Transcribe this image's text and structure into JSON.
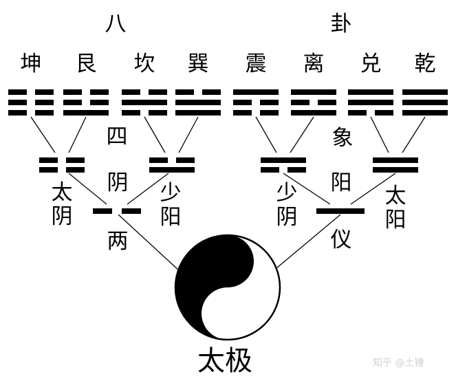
{
  "title_left": "八",
  "title_right": "卦",
  "trigrams": [
    {
      "name": "坤",
      "lines": [
        0,
        0,
        0
      ]
    },
    {
      "name": "艮",
      "lines": [
        1,
        0,
        0
      ]
    },
    {
      "name": "坎",
      "lines": [
        0,
        1,
        0
      ]
    },
    {
      "name": "巽",
      "lines": [
        1,
        1,
        0
      ]
    },
    {
      "name": "震",
      "lines": [
        0,
        0,
        1
      ]
    },
    {
      "name": "离",
      "lines": [
        1,
        0,
        1
      ]
    },
    {
      "name": "兑",
      "lines": [
        0,
        1,
        1
      ]
    },
    {
      "name": "乾",
      "lines": [
        1,
        1,
        1
      ]
    }
  ],
  "four_images_label_left": "四",
  "four_images_label_right": "象",
  "four_images": [
    {
      "name_line1": "太",
      "name_line2": "阴",
      "lines": [
        0,
        0
      ]
    },
    {
      "name_line1": "少",
      "name_line2": "阳",
      "lines": [
        1,
        0
      ]
    },
    {
      "name_line1": "少",
      "name_line2": "阴",
      "lines": [
        0,
        1
      ]
    },
    {
      "name_line1": "太",
      "name_line2": "阳",
      "lines": [
        1,
        1
      ]
    }
  ],
  "two_modes": [
    {
      "name": "阴",
      "line": 0
    },
    {
      "name": "阳",
      "line": 1
    }
  ],
  "two_modes_label_left": "两",
  "two_modes_label_right": "仪",
  "taiji_label": "太极",
  "watermark": "知乎 @土锤",
  "colors": {
    "ink": "#000000",
    "paper": "#ffffff",
    "watermark": "#d0d0d0"
  }
}
